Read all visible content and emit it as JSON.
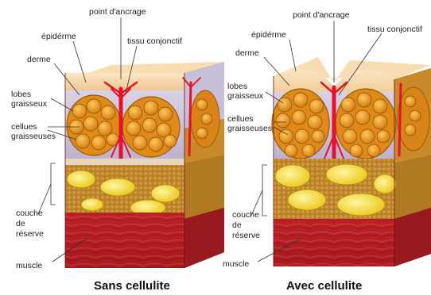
{
  "labels": {
    "point_ancrage": "point d'ancrage",
    "epiderme": "épidérme",
    "tissu_conjonctif": "tissu conjonctif",
    "tissu_conjonctif_cropped": "tissu conjonctif",
    "derme": "derme",
    "lobes_l1": "lobes",
    "lobes_l2": "graisseux",
    "cellules_l1": "cellues",
    "cellules_l2": "graisseuses",
    "cellules_l1_right": "cellues",
    "cellules_l2_right": "graisseuses",
    "couche_l1": "couche",
    "couche_l2": "de",
    "couche_l3": "réserve",
    "muscle": "muscle"
  },
  "captions": {
    "left": "Sans cellulite",
    "right": "Avec cellulite"
  },
  "colors": {
    "epidermis": "#f5d6a8",
    "dermis": "#cfc6dc",
    "fat_lobe": "#e8961e",
    "fat_cell": "#f0a830",
    "connective": "#e8102a",
    "reserve_fat": "#f7e02a",
    "reserve_bg": "#c48a2a",
    "muscle": "#b81e22"
  }
}
